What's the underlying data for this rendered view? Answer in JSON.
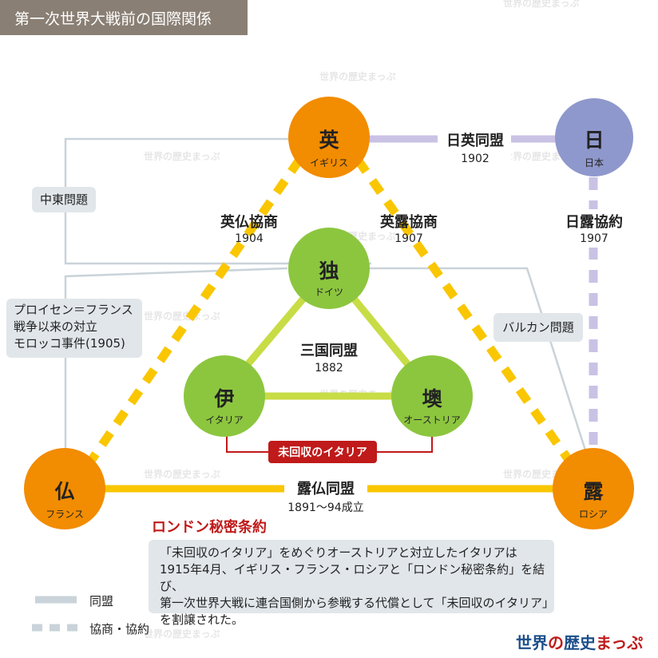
{
  "title": "第一次世界大戦前の国際関係",
  "colors": {
    "orange": "#f28c00",
    "green": "#8cc63f",
    "blue": "#8f98cc",
    "alliance_gray": "#c9d3d9",
    "entente_yellow": "#f9c600",
    "triple_line": "#c8dc45",
    "japan_line": "#c9c2e5",
    "red": "#c01a1a"
  },
  "nodes": {
    "britain": {
      "main": "英",
      "sub": "イギリス"
    },
    "japan": {
      "main": "日",
      "sub": "日本"
    },
    "germany": {
      "main": "独",
      "sub": "ドイツ"
    },
    "italy": {
      "main": "伊",
      "sub": "イタリア"
    },
    "austria": {
      "main": "墺",
      "sub": "オーストリア"
    },
    "france": {
      "main": "仏",
      "sub": "フランス"
    },
    "russia": {
      "main": "露",
      "sub": "ロシア"
    }
  },
  "relations": {
    "anglo_japanese": {
      "name": "日英同盟",
      "year": "1902"
    },
    "entente_cordiale": {
      "name": "英仏協商",
      "year": "1904"
    },
    "anglo_russian": {
      "name": "英露協商",
      "year": "1907"
    },
    "russo_japanese": {
      "name": "日露協約",
      "year": "1907"
    },
    "triple_alliance": {
      "name": "三国同盟",
      "year": "1882"
    },
    "franco_russian": {
      "name": "露仏同盟",
      "year": "1891〜94成立"
    },
    "italia_irredenta": "未回収のイタリア"
  },
  "notes": {
    "middle_east": "中東問題",
    "balkans": "バルカン問題",
    "prussia_france": [
      "プロイセン＝フランス",
      "戦争以来の対立",
      "モロッコ事件(1905)"
    ]
  },
  "london": {
    "title": "ロンドン秘密条約",
    "lines": [
      "「未回収のイタリア」をめぐりオーストリアと対立したイタリアは",
      "1915年4月、イギリス・フランス・ロシアと「ロンドン秘密条約」を結び、",
      "第一次世界大戦に連合国側から参戦する代償として「未回収のイタリア」",
      "を割譲された。"
    ]
  },
  "legend": {
    "alliance": "同盟",
    "entente": "協商・協約"
  },
  "brand": {
    "part1": "世界",
    "part2": "の",
    "part3": "歴史",
    "part4": "まっぷ"
  }
}
